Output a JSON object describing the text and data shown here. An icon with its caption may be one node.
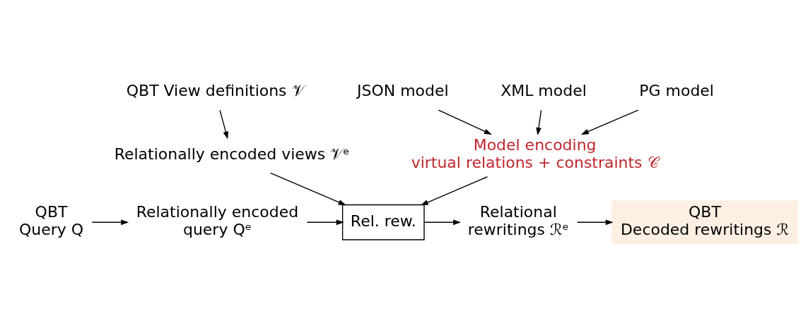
{
  "diagram": {
    "nodes": [
      {
        "text": [
          "QBT View definitions 𝒱"
        ]
      },
      {
        "text": [
          "Relationally encoded views 𝒱ᵉ"
        ]
      },
      {
        "text": [
          "QBT Query Q"
        ]
      },
      {
        "text": [
          "Relationally encoded query Qᵉ"
        ]
      },
      {
        "text": [
          "Rel. rew."
        ]
      },
      {
        "text": [
          "Relational rewritings ℛᵉ"
        ]
      },
      {
        "text": [
          "QBT Decoded rewritings ℛ"
        ]
      },
      {
        "text": [
          "Model encoding virtual relations + constraints 𝒞"
        ]
      },
      {
        "text": [
          "JSON model"
        ]
      },
      {
        "text": [
          "XML model"
        ]
      },
      {
        "text": [
          "PG model"
        ]
      }
    ],
    "edges": [
      {
        "from": 0,
        "to": 1,
        "arrow": "to"
      },
      {
        "from": 1,
        "to": 4,
        "arrow": "to"
      },
      {
        "from": 2,
        "to": 3,
        "arrow": "to"
      },
      {
        "from": 3,
        "to": 4,
        "arrow": "to"
      },
      {
        "from": 4,
        "to": 5,
        "arrow": "to"
      },
      {
        "from": 5,
        "to": 6,
        "arrow": "to"
      },
      {
        "from": 7,
        "to": 4,
        "arrow": "to"
      },
      {
        "from": 8,
        "to": 7,
        "arrow": "to"
      },
      {
        "from": 9,
        "to": 7,
        "arrow": "to"
      },
      {
        "from": 10,
        "to": 7,
        "arrow": "to"
      }
    ]
  }
}
